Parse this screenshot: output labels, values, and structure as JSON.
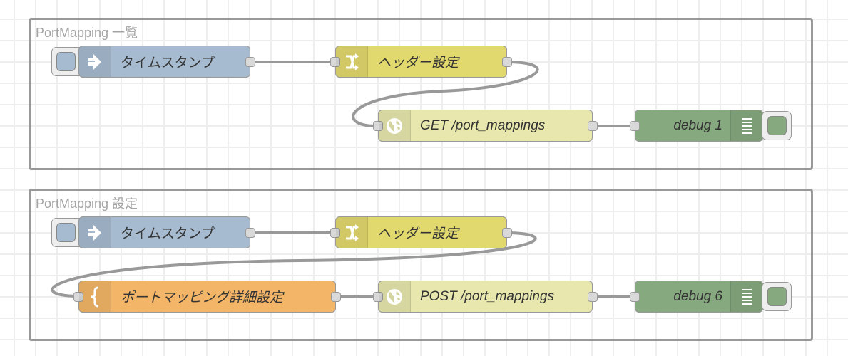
{
  "colors": {
    "inject": "#a6bbcf",
    "change": "#e2d96e",
    "http": "#e7e7ae",
    "function": "#fdd0a2",
    "function_fill": "#f3b567",
    "debug": "#87a980",
    "wire": "#999999",
    "grid": "#eeeeee"
  },
  "groups": [
    {
      "label": "PortMapping 一覧",
      "nodes": {
        "inject": {
          "label": "タイムスタンプ",
          "icon": "arrow-in-icon"
        },
        "change": {
          "label": "ヘッダー設定",
          "icon": "shuffle-icon"
        },
        "http": {
          "label": "GET /port_mappings",
          "icon": "globe-icon"
        },
        "debug": {
          "label": "debug 1",
          "icon": "list-icon"
        }
      }
    },
    {
      "label": "PortMapping 設定",
      "nodes": {
        "inject": {
          "label": "タイムスタンプ",
          "icon": "arrow-in-icon"
        },
        "change": {
          "label": "ヘッダー設定",
          "icon": "shuffle-icon"
        },
        "function": {
          "label": "ポートマッピング詳細設定",
          "icon": "brace-icon"
        },
        "http": {
          "label": "POST /port_mappings",
          "icon": "globe-icon"
        },
        "debug": {
          "label": "debug 6",
          "icon": "list-icon"
        }
      }
    }
  ]
}
